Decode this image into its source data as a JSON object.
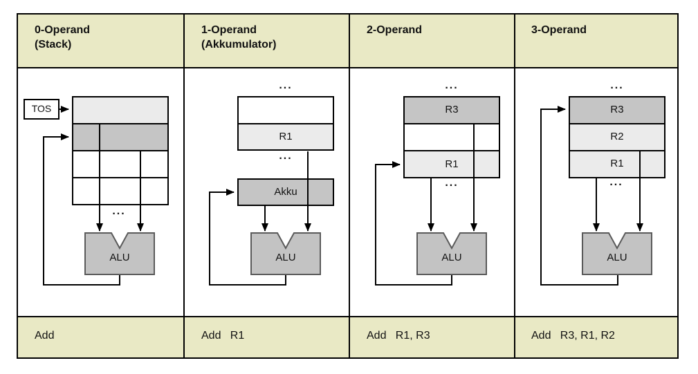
{
  "colors": {
    "beige": "#e9e9c5",
    "cell-light": "#ebebeb",
    "cell-mid": "#c5c5c5",
    "alu-fill": "#c3c3c3",
    "alu-border": "#5a5a5a",
    "line": "#000000",
    "table-bg": "#ffffff"
  },
  "glyphs": {
    "ellipsis": "..."
  },
  "columns": [
    {
      "header_line1": "0-Operand",
      "header_line2": "(Stack)",
      "instruction": "Add",
      "tos_label": "TOS",
      "cells": [
        "",
        "",
        "",
        ""
      ],
      "alu_label": "ALU"
    },
    {
      "header_line1": "1-Operand",
      "header_line2": "(Akkumulator)",
      "instruction": "Add   R1",
      "cells": [
        "",
        "R1"
      ],
      "akku_label": "Akku",
      "alu_label": "ALU"
    },
    {
      "header_line1": "2-Operand",
      "header_line2": "",
      "instruction": "Add   R1, R3",
      "cells": [
        "R3",
        "",
        "R1"
      ],
      "alu_label": "ALU"
    },
    {
      "header_line1": "3-Operand",
      "header_line2": "",
      "instruction": "Add   R3, R1, R2",
      "cells": [
        "R3",
        "R2",
        "R1"
      ],
      "alu_label": "ALU"
    }
  ]
}
